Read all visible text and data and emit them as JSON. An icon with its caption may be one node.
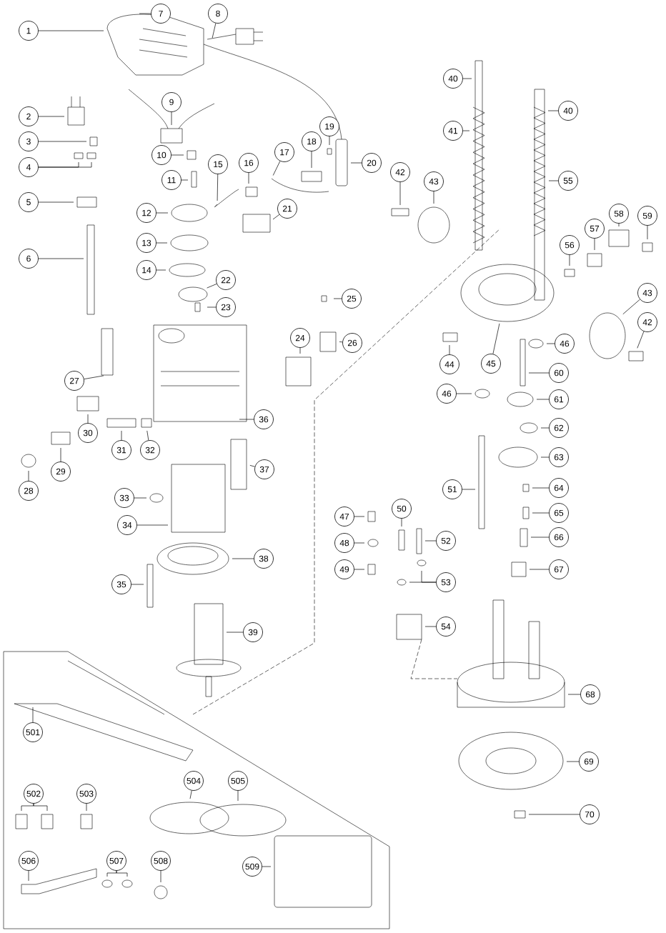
{
  "diagram": {
    "nodes": [
      {
        "text": [
          "1"
        ]
      },
      {
        "text": [
          "7"
        ]
      },
      {
        "text": [
          "8"
        ]
      },
      {
        "text": [
          "2"
        ]
      },
      {
        "text": [
          "9"
        ]
      },
      {
        "text": [
          "3"
        ]
      },
      {
        "text": [
          "19"
        ]
      },
      {
        "text": [
          "18"
        ]
      },
      {
        "text": [
          "10"
        ]
      },
      {
        "text": [
          "17"
        ]
      },
      {
        "text": [
          "16"
        ]
      },
      {
        "text": [
          "15"
        ]
      },
      {
        "text": [
          "20"
        ]
      },
      {
        "text": [
          "4"
        ]
      },
      {
        "text": [
          "11"
        ]
      },
      {
        "text": [
          "21"
        ]
      },
      {
        "text": [
          "5"
        ]
      },
      {
        "text": [
          "12"
        ]
      },
      {
        "text": [
          "13"
        ]
      },
      {
        "text": [
          "6"
        ]
      },
      {
        "text": [
          "14"
        ]
      },
      {
        "text": [
          "22"
        ]
      },
      {
        "text": [
          "25"
        ]
      },
      {
        "text": [
          "23"
        ]
      },
      {
        "text": [
          "24"
        ]
      },
      {
        "text": [
          "26"
        ]
      },
      {
        "text": [
          "27"
        ]
      },
      {
        "text": [
          "36"
        ]
      },
      {
        "text": [
          "30"
        ]
      },
      {
        "text": [
          "31"
        ]
      },
      {
        "text": [
          "32"
        ]
      },
      {
        "text": [
          "37"
        ]
      },
      {
        "text": [
          "29"
        ]
      },
      {
        "text": [
          "28"
        ]
      },
      {
        "text": [
          "33"
        ]
      },
      {
        "text": [
          "34"
        ]
      },
      {
        "text": [
          "38"
        ]
      },
      {
        "text": [
          "35"
        ]
      },
      {
        "text": [
          "39"
        ]
      },
      {
        "text": [
          "40"
        ]
      },
      {
        "text": [
          "40"
        ]
      },
      {
        "text": [
          "41"
        ]
      },
      {
        "text": [
          "42"
        ]
      },
      {
        "text": [
          "43"
        ]
      },
      {
        "text": [
          "55"
        ]
      },
      {
        "text": [
          "59"
        ]
      },
      {
        "text": [
          "58"
        ]
      },
      {
        "text": [
          "57"
        ]
      },
      {
        "text": [
          "56"
        ]
      },
      {
        "text": [
          "43"
        ]
      },
      {
        "text": [
          "42"
        ]
      },
      {
        "text": [
          "46"
        ]
      },
      {
        "text": [
          "44"
        ]
      },
      {
        "text": [
          "45"
        ]
      },
      {
        "text": [
          "60"
        ]
      },
      {
        "text": [
          "46"
        ]
      },
      {
        "text": [
          "61"
        ]
      },
      {
        "text": [
          "62"
        ]
      },
      {
        "text": [
          "63"
        ]
      },
      {
        "text": [
          "64"
        ]
      },
      {
        "text": [
          "51"
        ]
      },
      {
        "text": [
          "50"
        ]
      },
      {
        "text": [
          "65"
        ]
      },
      {
        "text": [
          "47"
        ]
      },
      {
        "text": [
          "66"
        ]
      },
      {
        "text": [
          "52"
        ]
      },
      {
        "text": [
          "48"
        ]
      },
      {
        "text": [
          "49"
        ]
      },
      {
        "text": [
          "67"
        ]
      },
      {
        "text": [
          "53"
        ]
      },
      {
        "text": [
          "54"
        ]
      },
      {
        "text": [
          "68"
        ]
      },
      {
        "text": [
          "69"
        ]
      },
      {
        "text": [
          "70"
        ]
      },
      {
        "text": [
          "501"
        ]
      },
      {
        "text": [
          "504"
        ]
      },
      {
        "text": [
          "505"
        ]
      },
      {
        "text": [
          "502"
        ]
      },
      {
        "text": [
          "503"
        ]
      },
      {
        "text": [
          "506"
        ]
      },
      {
        "text": [
          "507"
        ]
      },
      {
        "text": [
          "508"
        ]
      },
      {
        "text": [
          "509"
        ]
      }
    ],
    "edges": [
      {
        "from": 0,
        "to": null,
        "arrow": "none"
      },
      {
        "from": 1,
        "to": null,
        "arrow": "none"
      },
      {
        "from": 2,
        "to": null,
        "arrow": "none"
      },
      {
        "from": 3,
        "to": null,
        "arrow": "none"
      },
      {
        "from": 4,
        "to": null,
        "arrow": "none"
      },
      {
        "from": 5,
        "to": null,
        "arrow": "none"
      },
      {
        "from": 6,
        "to": null,
        "arrow": "none"
      },
      {
        "from": 7,
        "to": null,
        "arrow": "none"
      },
      {
        "from": 8,
        "to": null,
        "arrow": "none"
      },
      {
        "from": 9,
        "to": null,
        "arrow": "none"
      },
      {
        "from": 10,
        "to": null,
        "arrow": "none"
      },
      {
        "from": 11,
        "to": null,
        "arrow": "none"
      },
      {
        "from": 12,
        "to": null,
        "arrow": "none"
      },
      {
        "from": 13,
        "to": null,
        "arrow": "none"
      },
      {
        "from": 13,
        "to": null,
        "arrow": "none"
      },
      {
        "from": 14,
        "to": null,
        "arrow": "none"
      },
      {
        "from": 15,
        "to": null,
        "arrow": "none"
      },
      {
        "from": 16,
        "to": null,
        "arrow": "none"
      },
      {
        "from": 17,
        "to": null,
        "arrow": "none"
      },
      {
        "from": 18,
        "to": null,
        "arrow": "none"
      },
      {
        "from": 19,
        "to": null,
        "arrow": "none"
      },
      {
        "from": 20,
        "to": null,
        "arrow": "none"
      },
      {
        "from": 21,
        "to": null,
        "arrow": "none"
      },
      {
        "from": 22,
        "to": null,
        "arrow": "none"
      },
      {
        "from": 23,
        "to": null,
        "arrow": "none"
      },
      {
        "from": 24,
        "to": null,
        "arrow": "none"
      },
      {
        "from": 25,
        "to": null,
        "arrow": "none"
      },
      {
        "from": 26,
        "to": null,
        "arrow": "none"
      },
      {
        "from": 27,
        "to": null,
        "arrow": "none"
      },
      {
        "from": 28,
        "to": null,
        "arrow": "none"
      },
      {
        "from": 29,
        "to": null,
        "arrow": "none"
      },
      {
        "from": 30,
        "to": null,
        "arrow": "none"
      },
      {
        "from": 31,
        "to": null,
        "arrow": "none"
      },
      {
        "from": 32,
        "to": null,
        "arrow": "none"
      },
      {
        "from": 33,
        "to": null,
        "arrow": "none"
      },
      {
        "from": 34,
        "to": null,
        "arrow": "none"
      },
      {
        "from": 35,
        "to": null,
        "arrow": "none"
      },
      {
        "from": 36,
        "to": null,
        "arrow": "none"
      },
      {
        "from": 37,
        "to": null,
        "arrow": "none"
      },
      {
        "from": 38,
        "to": null,
        "arrow": "none"
      },
      {
        "from": 39,
        "to": null,
        "arrow": "none"
      },
      {
        "from": 40,
        "to": null,
        "arrow": "none"
      },
      {
        "from": 41,
        "to": null,
        "arrow": "none"
      },
      {
        "from": 42,
        "to": null,
        "arrow": "none"
      },
      {
        "from": 43,
        "to": null,
        "arrow": "none"
      },
      {
        "from": 44,
        "to": null,
        "arrow": "none"
      },
      {
        "from": 45,
        "to": null,
        "arrow": "none"
      },
      {
        "from": 46,
        "to": null,
        "arrow": "none"
      },
      {
        "from": 47,
        "to": null,
        "arrow": "none"
      },
      {
        "from": 48,
        "to": null,
        "arrow": "none"
      },
      {
        "from": 49,
        "to": null,
        "arrow": "none"
      },
      {
        "from": 50,
        "to": null,
        "arrow": "none"
      },
      {
        "from": 51,
        "to": null,
        "arrow": "none"
      },
      {
        "from": 52,
        "to": null,
        "arrow": "none"
      },
      {
        "from": 53,
        "to": null,
        "arrow": "none"
      },
      {
        "from": 54,
        "to": null,
        "arrow": "none"
      },
      {
        "from": 55,
        "to": null,
        "arrow": "none"
      },
      {
        "from": 56,
        "to": null,
        "arrow": "none"
      },
      {
        "from": 57,
        "to": null,
        "arrow": "none"
      },
      {
        "from": 58,
        "to": null,
        "arrow": "none"
      },
      {
        "from": 59,
        "to": null,
        "arrow": "none"
      },
      {
        "from": 60,
        "to": null,
        "arrow": "none"
      },
      {
        "from": 61,
        "to": null,
        "arrow": "none"
      },
      {
        "from": 62,
        "to": null,
        "arrow": "none"
      },
      {
        "from": 63,
        "to": null,
        "arrow": "none"
      },
      {
        "from": 64,
        "to": null,
        "arrow": "none"
      },
      {
        "from": 65,
        "to": null,
        "arrow": "none"
      },
      {
        "from": 66,
        "to": null,
        "arrow": "none"
      },
      {
        "from": 67,
        "to": null,
        "arrow": "none"
      },
      {
        "from": 68,
        "to": null,
        "arrow": "none"
      },
      {
        "from": 69,
        "to": null,
        "arrow": "none"
      },
      {
        "from": 69,
        "to": null,
        "arrow": "none"
      },
      {
        "from": 70,
        "to": null,
        "arrow": "none"
      },
      {
        "from": 71,
        "to": null,
        "arrow": "none"
      },
      {
        "from": 72,
        "to": null,
        "arrow": "none"
      },
      {
        "from": 73,
        "to": null,
        "arrow": "none"
      },
      {
        "from": 74,
        "to": null,
        "arrow": "none"
      },
      {
        "from": 75,
        "to": null,
        "arrow": "none"
      },
      {
        "from": 76,
        "to": null,
        "arrow": "none"
      },
      {
        "from": 77,
        "to": null,
        "arrow": "none"
      },
      {
        "from": 77,
        "to": null,
        "arrow": "none"
      },
      {
        "from": 78,
        "to": null,
        "arrow": "none"
      },
      {
        "from": 79,
        "to": null,
        "arrow": "none"
      },
      {
        "from": 80,
        "to": null,
        "arrow": "none"
      },
      {
        "from": 80,
        "to": null,
        "arrow": "none"
      },
      {
        "from": 81,
        "to": null,
        "arrow": "none"
      },
      {
        "from": 82,
        "to": null,
        "arrow": "none"
      }
    ]
  }
}
